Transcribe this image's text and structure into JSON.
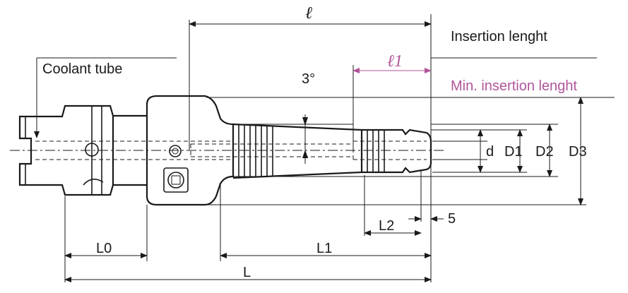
{
  "labels": {
    "l": "ℓ",
    "insertion": "Insertion lenght",
    "coolant": "Coolant tube",
    "l1": "ℓ1",
    "angle": "3°",
    "min_insertion": "Min. insertion lenght",
    "d": "d",
    "D1": "D1",
    "D2": "D2",
    "D3": "D3",
    "L2": "L2",
    "five": "5",
    "L0": "L0",
    "L1": "L1",
    "L": "L"
  },
  "colors": {
    "line": "#1a1a1a",
    "accent": "#b0559a",
    "background": "#ffffff"
  }
}
